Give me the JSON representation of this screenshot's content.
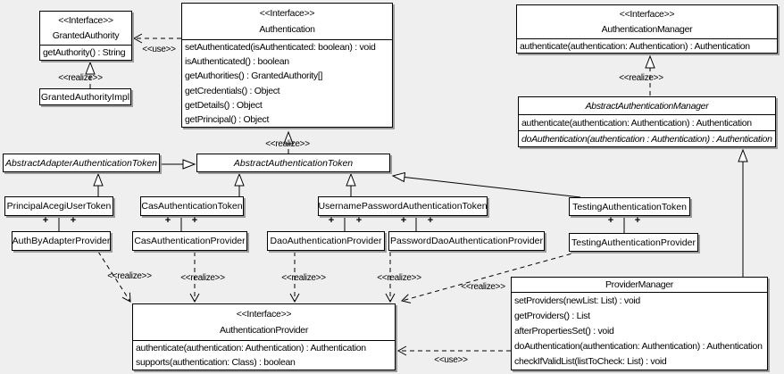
{
  "colors": {
    "background": "#efefef",
    "box_fill": "#ffffff",
    "line": "#000000",
    "shadow": "#9c9c9c"
  },
  "classes": {
    "granted_authority": {
      "stereotype": "<<Interface>>",
      "name": "GrantedAuthority",
      "methods": [
        "getAuthority() : String"
      ]
    },
    "granted_authority_impl": {
      "name": "GrantedAuthorityImpl"
    },
    "authentication": {
      "stereotype": "<<Interface>>",
      "name": "Authentication",
      "methods": [
        "setAuthenticated(isAuthenticated: boolean) : void",
        "isAuthenticated() : boolean",
        "getAuthorities() : GrantedAuthority[]",
        "getCredentials() : Object",
        "getDetails() : Object",
        "getPrincipal() : Object"
      ]
    },
    "authentication_manager": {
      "stereotype": "<<Interface>>",
      "name": "AuthenticationManager",
      "methods": [
        "authenticate(authentication: Authentication) : Authentication"
      ]
    },
    "abstract_authentication_manager": {
      "name": "AbstractAuthenticationManager",
      "methods": [
        "authenticate(authentication: Authentication) : Authentication"
      ],
      "abstract_methods": [
        "doAuthentication(authentication : Authentication) : Authentication"
      ]
    },
    "abstract_adapter_authentication_token": {
      "name": "AbstractAdapterAuthenticationToken"
    },
    "abstract_authentication_token": {
      "name": "AbstractAuthenticationToken"
    },
    "principal_acegi_user_token": {
      "name": "PrincipalAcegiUserToken"
    },
    "cas_authentication_token": {
      "name": "CasAuthenticationToken"
    },
    "username_password_authentication_token": {
      "name": "UsernamePasswordAuthenticationToken"
    },
    "testing_authentication_token": {
      "name": "TestingAuthenticationToken"
    },
    "auth_by_adapter_provider": {
      "name": "AuthByAdapterProvider"
    },
    "cas_authentication_provider": {
      "name": "CasAuthenticationProvider"
    },
    "dao_authentication_provider": {
      "name": "DaoAuthenticationProvider"
    },
    "password_dao_authentication_provider": {
      "name": "PasswordDaoAuthenticationProvider"
    },
    "testing_authentication_provider": {
      "name": "TestingAuthenticationProvider"
    },
    "authentication_provider": {
      "stereotype": "<<Interface>>",
      "name": "AuthenticationProvider",
      "methods": [
        "authenticate(authentication: Authentication) : Authentication",
        "supports(authentication: Class) : boolean"
      ]
    },
    "provider_manager": {
      "name": "ProviderManager",
      "methods": [
        "setProviders(newList: List) : void",
        "getProviders() : List",
        "afterPropertiesSet() : void",
        "doAuthentication(authentication: Authentication) : Authentication",
        "checkIfValidList(listToCheck: List) : void"
      ]
    }
  },
  "edge_labels": {
    "use_granted_authority": "<<use>>",
    "realize_granted_authority_impl": "<<realize>>",
    "realize_abstract_token": "<<realize>>",
    "realize_abstract_manager": "<<realize>>",
    "realize_auth_by_adapter": "<<realize>>",
    "realize_cas_provider": "<<realize>>",
    "realize_dao_provider": "<<realize>>",
    "realize_password_dao_provider": "<<realize>>",
    "realize_testing_provider": "<<realize>>",
    "use_provider_manager": "<<use>>"
  },
  "adornments": {
    "plus": "+"
  }
}
